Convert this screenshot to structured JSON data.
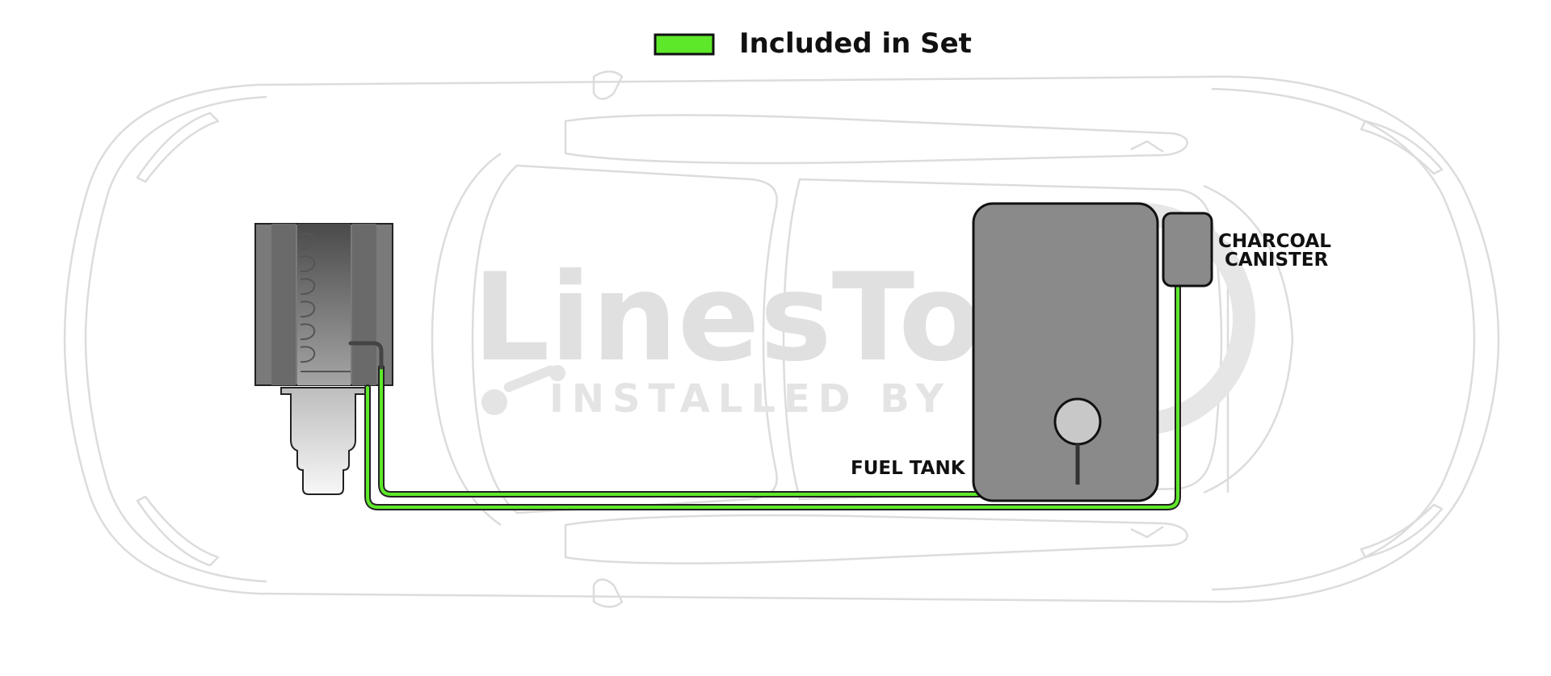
{
  "legend": {
    "label": "Included in Set",
    "swatch_color": "#5ee82a"
  },
  "watermark": {
    "brand": "LinesTo",
    "tagline": "INSTALLED BY"
  },
  "parts": {
    "charcoal_canister_line1": "CHARCOAL",
    "charcoal_canister_line2": "CANISTER",
    "fuel_tank": "FUEL TANK"
  },
  "colors": {
    "included_line": "#5ee82a",
    "component_fill": "#8a8a8a",
    "car_outline": "#dcdcdc",
    "watermark": "#e0e0e0"
  },
  "icons": [
    "car-outline",
    "engine-icon",
    "transmission-icon",
    "fuel-tank-icon",
    "fuel-pump-icon",
    "charcoal-canister-icon",
    "wrench-icon"
  ]
}
